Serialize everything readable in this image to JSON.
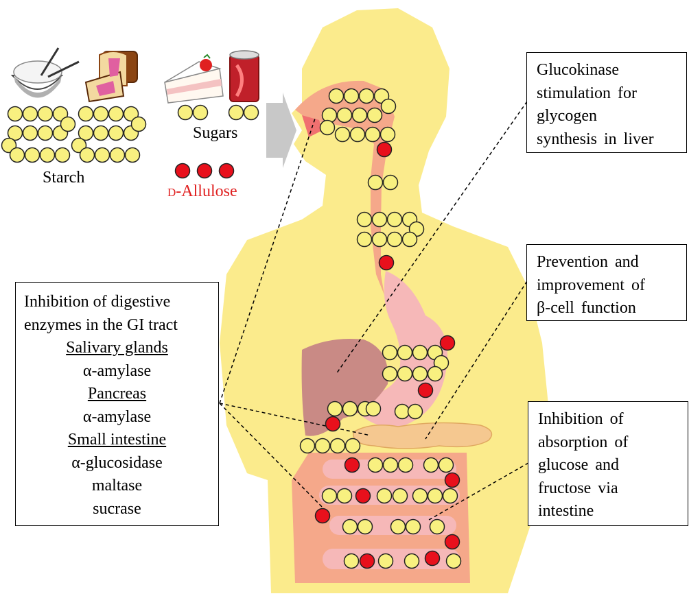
{
  "labels": {
    "starch": "Starch",
    "sugars": "Sugars",
    "allulose_prefix": "D",
    "allulose_rest": "-Allulose"
  },
  "boxes": {
    "digestive": {
      "lines": [
        "Inhibition of digestive",
        "enzymes in the GI tract",
        "Salivary glands",
        "α-amylase",
        "Pancreas",
        "α-amylase",
        "Small intestine",
        "α-glucosidase",
        "maltase",
        "sucrase"
      ]
    },
    "glucokinase": {
      "lines": [
        "Glucokinase",
        "stimulation for",
        "glycogen",
        "synthesis in liver"
      ]
    },
    "beta_cell": {
      "lines": [
        "Prevention and",
        "improvement of",
        "β-cell function"
      ]
    },
    "absorption": {
      "lines": [
        "Inhibition of",
        "absorption of",
        "glucose and",
        "fructose via",
        "intestine"
      ]
    }
  },
  "colors": {
    "glucose_circle": "#f8f080",
    "allulose_circle": "#e8101c",
    "body_fill": "#fbeb8c",
    "gi_tract": "#f5a88a",
    "stomach": "#f6b8b8",
    "liver": "#c98a85",
    "pancreas": "#f5c890",
    "arrow": "#c8c8c8",
    "allulose_text": "#e02020"
  }
}
